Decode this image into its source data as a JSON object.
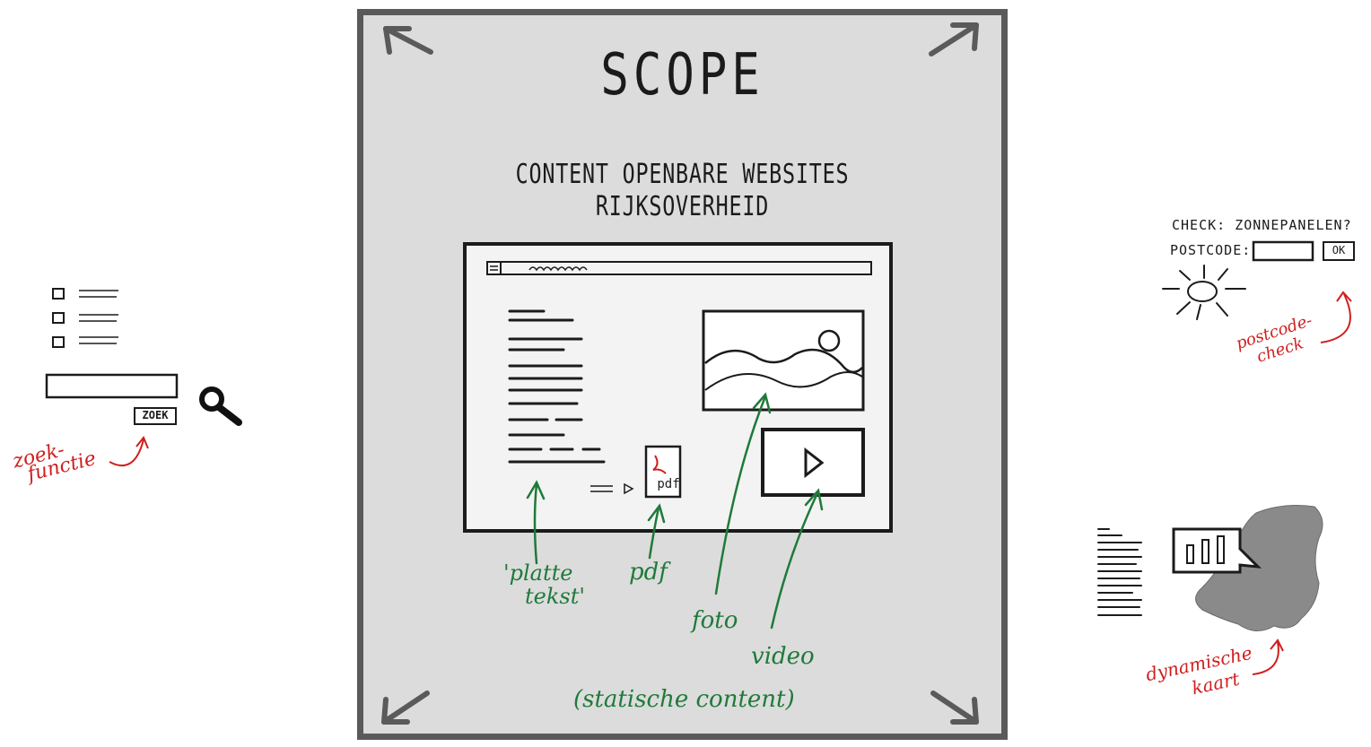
{
  "scope": {
    "title": "SCOPE",
    "subtitle_line1": "CONTENT OPENBARE WEBSITES",
    "subtitle_line2": "RIJKSOVERHEID",
    "pdf_icon_label": "pdf",
    "labels": {
      "platte_tekst_1": "'platte",
      "platte_tekst_2": "tekst'",
      "pdf": "pdf",
      "foto": "foto",
      "video": "video",
      "statische": "(statische content)"
    }
  },
  "left": {
    "search_button": "ZOEK",
    "annotation_1": "zoek-",
    "annotation_2": "functie"
  },
  "right_top": {
    "check_label": "CHECK: ZONNEPANELEN?",
    "postcode_label": "POSTCODE:",
    "ok_button": "OK",
    "annotation_1": "postcode-",
    "annotation_2": "check"
  },
  "right_bottom": {
    "annotation_1": "dynamische",
    "annotation_2": "kaart"
  },
  "colors": {
    "panel": "#dcdcdc",
    "panel_border": "#5a5a5a",
    "ink": "#1b1b1b",
    "green": "#1f7a3a",
    "red": "#d01e1e",
    "map": "#8a8a8a"
  }
}
